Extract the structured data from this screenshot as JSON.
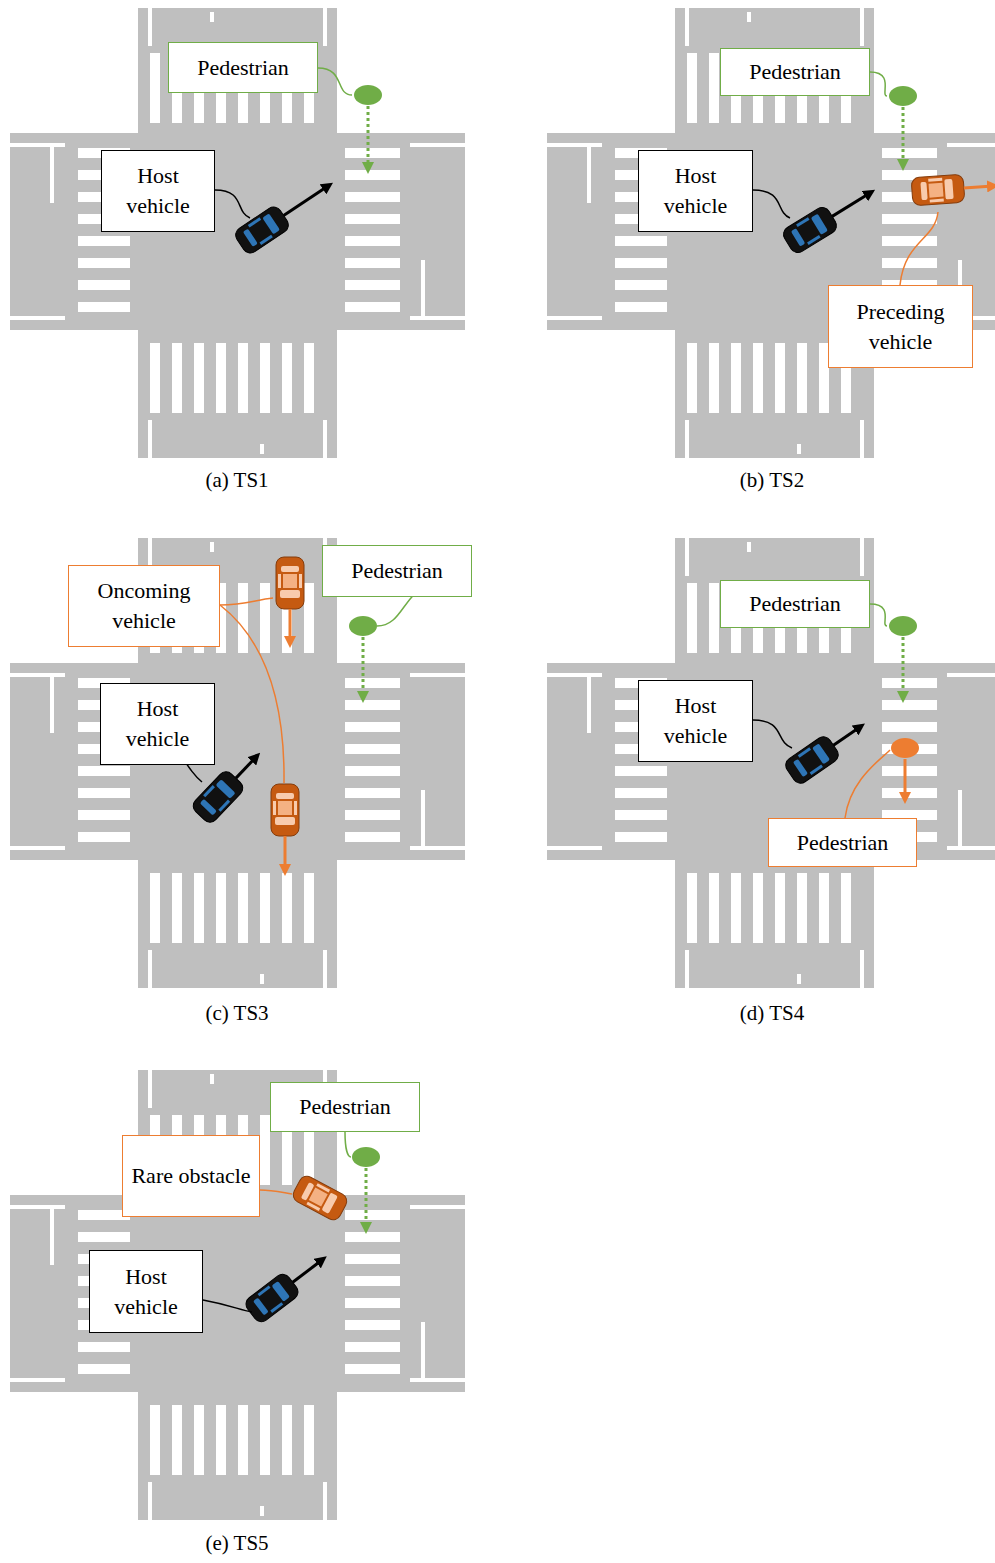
{
  "diagram": {
    "nodes": [
      {
        "text": [
          "Pedestrian"
        ]
      },
      {
        "text": [
          "Host vehicle"
        ]
      },
      {
        "text": [
          "Pedestrian"
        ]
      },
      {
        "text": [
          "Host vehicle"
        ]
      },
      {
        "text": [
          "Preceding vehicle"
        ]
      },
      {
        "text": [
          "Oncoming vehicle"
        ]
      },
      {
        "text": [
          "Pedestrian"
        ]
      },
      {
        "text": [
          "Host vehicle"
        ]
      },
      {
        "text": [
          "Pedestrian"
        ]
      },
      {
        "text": [
          "Host vehicle"
        ]
      },
      {
        "text": [
          "Pedestrian"
        ]
      },
      {
        "text": [
          "Rare obstacle"
        ]
      },
      {
        "text": [
          "Pedestrian"
        ]
      },
      {
        "text": [
          "Host vehicle"
        ]
      }
    ],
    "labels": [
      "(a) TS1",
      "(b) TS2",
      "(c) TS3",
      "(d) TS4",
      "(e) TS5"
    ]
  }
}
